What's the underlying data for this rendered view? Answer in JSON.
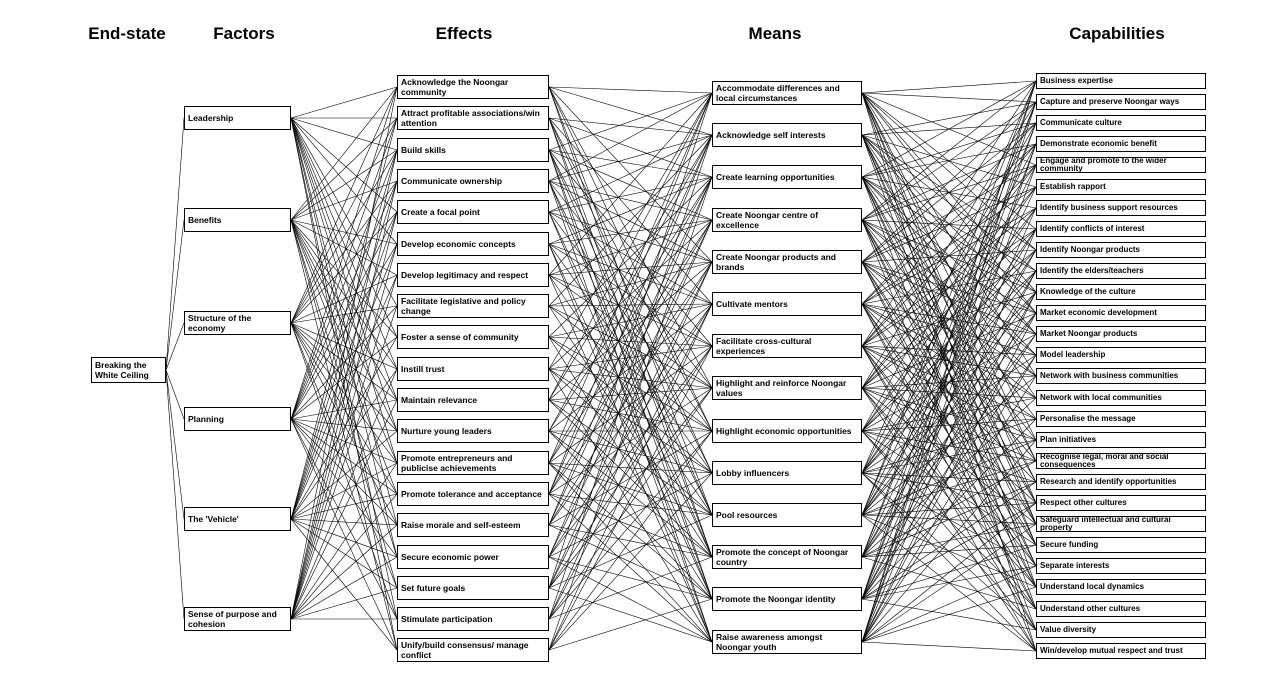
{
  "columns": [
    {
      "key": "endstate",
      "header": "End-state",
      "items": [
        "Breaking the White Ceiling"
      ]
    },
    {
      "key": "factors",
      "header": "Factors",
      "items": [
        "Leadership",
        "Benefits",
        "Structure of the economy",
        "Planning",
        "The 'Vehicle'",
        "Sense of purpose and cohesion"
      ]
    },
    {
      "key": "effects",
      "header": "Effects",
      "items": [
        "Acknowledge the Noongar community",
        "Attract profitable associations/win attention",
        "Build skills",
        "Communicate ownership",
        "Create a focal point",
        "Develop economic concepts",
        "Develop legitimacy and respect",
        "Facilitate legislative and policy change",
        "Foster a sense of community",
        "Instill trust",
        "Maintain relevance",
        "Nurture young leaders",
        "Promote entrepreneurs and publicise achievements",
        "Promote tolerance and acceptance",
        "Raise morale and self-esteem",
        "Secure economic power",
        "Set future goals",
        "Stimulate participation",
        "Unify/build consensus/ manage conflict"
      ]
    },
    {
      "key": "means",
      "header": "Means",
      "items": [
        "Accommodate differences and local circumstances",
        "Acknowledge self interests",
        "Create learning opportunities",
        "Create Noongar centre of excellence",
        "Create Noongar products and brands",
        "Cultivate mentors",
        "Facilitate cross-cultural experiences",
        "Highlight and reinforce Noongar values",
        "Highlight economic opportunities",
        "Lobby influencers",
        "Pool resources",
        "Promote the concept of Noongar country",
        "Promote the Noongar identity",
        "Raise awareness amongst Noongar youth"
      ]
    },
    {
      "key": "capabilities",
      "header": "Capabilities",
      "items": [
        "Business expertise",
        "Capture and preserve Noongar ways",
        "Communicate culture",
        "Demonstrate economic benefit",
        "Engage and promote to the wider community",
        "Establish rapport",
        "Identify business support resources",
        "Identify conflicts of interest",
        "Identify Noongar products",
        "Identify the elders/teachers",
        "Knowledge of the culture",
        "Market economic development",
        "Market Noongar products",
        "Model leadership",
        "Network with business communities",
        "Network with local communities",
        "Personalise the message",
        "Plan initiatives",
        "Recognise legal, moral and social consequences",
        "Research and identify opportunities",
        "Respect other cultures",
        "Safeguard intellectual and cultural property",
        "Secure funding",
        "Separate interests",
        "Understand local dynamics",
        "Understand other cultures",
        "Value diversity",
        "Win/develop mutual respect and trust"
      ]
    }
  ]
}
